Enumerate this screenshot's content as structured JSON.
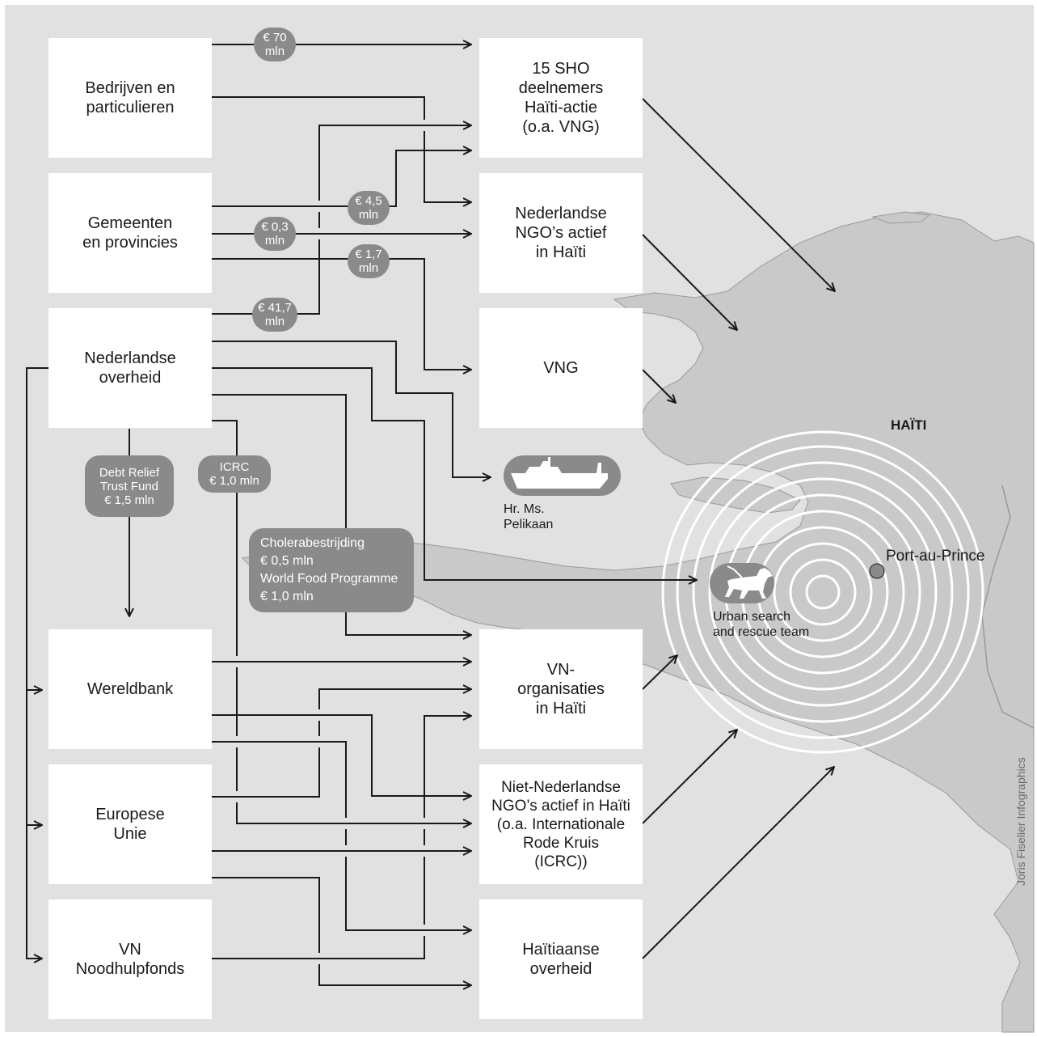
{
  "colors": {
    "background": "#e1e1e1",
    "land": "#c9c9c9",
    "box": "#ffffff",
    "pill": "#8a8a8a",
    "line": "#1a1a1a"
  },
  "sources": {
    "bedrijven": "Bedrijven en\nparticulieren",
    "gemeenten": "Gemeenten\nen provincies",
    "overheid": "Nederlandse\noverheid",
    "wereldbank": "Wereldbank",
    "eu": "Europese\nUnie",
    "vn_fonds": "VN\nNoodhulpfonds"
  },
  "recipients": {
    "sho": "15 SHO\ndeelnemers\nHaïti-actie\n(o.a. VNG)",
    "ngo_nl": "Nederlandse\nNGO’s actief\nin Haïti",
    "vng": "VNG",
    "vn_org": "VN-\norganisaties\nin Haïti",
    "ngo_int": "Niet-Nederlandse\nNGO’s actief in Haïti\n(o.a. Internationale\nRode Kruis\n(ICRC))",
    "haiti_overheid": "Haïtiaanse\noverheid"
  },
  "amounts": {
    "bedrijven_sho": "€ 70\nmln",
    "gemeenten_sho": "€ 4,5\nmln",
    "gemeenten_ngo": "€ 0,3\nmln",
    "gemeenten_vng": "€ 1,7\nmln",
    "overheid_sho": "€ 41,7\nmln",
    "debt_relief": "Debt Relief\nTrust Fund\n€ 1,5 mln",
    "icrc": "ICRC\n€ 1,0 mln",
    "cholera_wfp": "Cholerabestrijding\n€ 0,5 mln\nWorld Food Programme\n€ 1,0 mln"
  },
  "map": {
    "country": "HAÏTI",
    "city": "Port-au-Prince",
    "ship": "Hr. Ms.\nPelikaan",
    "rescue": "Urban search\nand rescue team"
  },
  "credit": "Joris Fiselier Infographics"
}
